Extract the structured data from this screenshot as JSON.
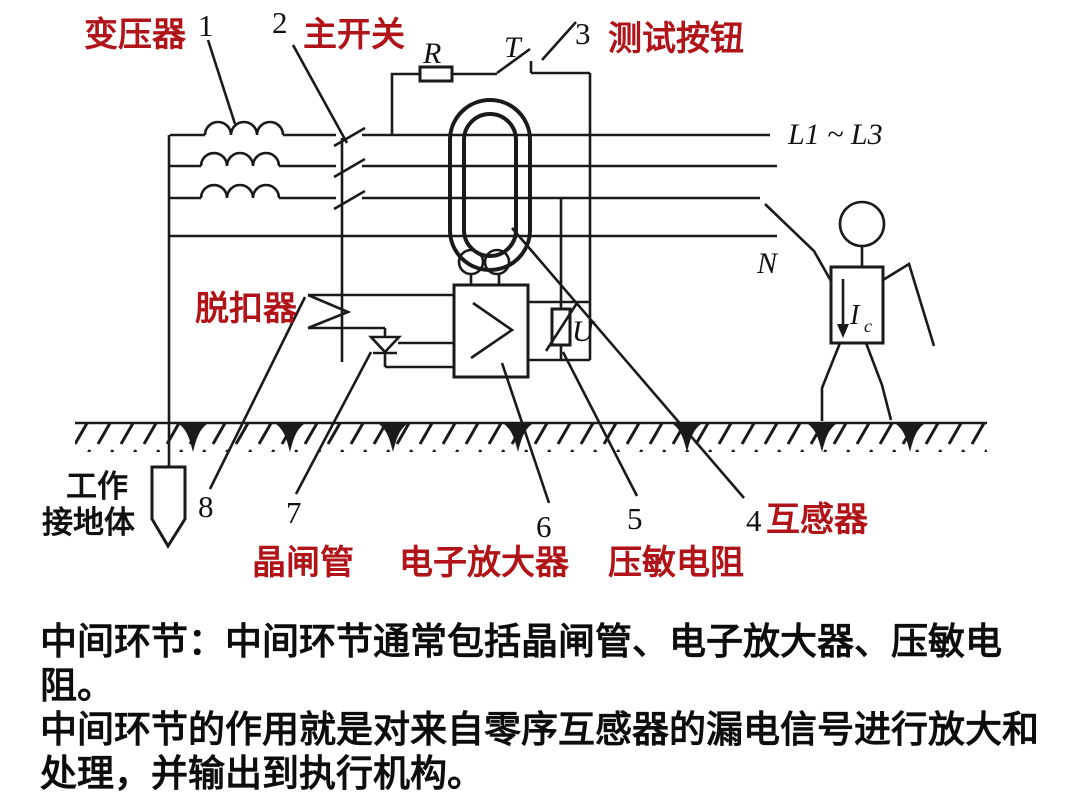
{
  "colors": {
    "label_red": "#b01418",
    "ink": "#1a1a1a",
    "background": "#ffffff"
  },
  "diagram": {
    "labels": {
      "transformer": "变压器",
      "main_switch": "主开关",
      "test_button": "测试按钮",
      "trip_device": "脱扣器",
      "current_transformer": "互感器",
      "thyristor": "晶闸管",
      "amplifier": "电子放大器",
      "varistor": "压敏电阻",
      "working_ground_1": "工作",
      "working_ground_2": "接地体"
    },
    "callouts": {
      "c1": "1",
      "c2": "2",
      "c3": "3",
      "c4": "4",
      "c5": "5",
      "c6": "6",
      "c7": "7",
      "c8": "8"
    },
    "symbols": {
      "resistor": "R",
      "test_switch": "T",
      "phase_range": "L1 ~ L3",
      "neutral": "N",
      "varistor_voltage": "U",
      "body_current": "I",
      "body_current_sub": "c"
    }
  },
  "caption": {
    "line1": "中间环节：中间环节通常包括晶闸管、电子放大器、压敏电阻。",
    "line2": "中间环节的作用就是对来自零序互感器的漏电信号进行放大和",
    "line3": "处理，并输出到执行机构。"
  }
}
